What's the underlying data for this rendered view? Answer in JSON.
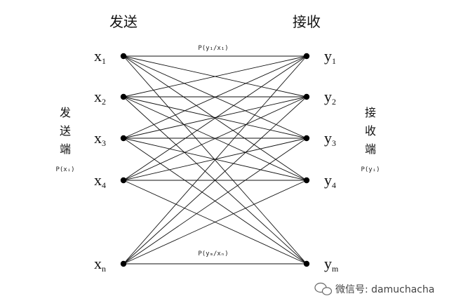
{
  "send_title": "发送",
  "recv_title": "接收",
  "send_side": {
    "chars": [
      "发",
      "送",
      "端"
    ],
    "prob": "P(xᵢ)"
  },
  "recv_side": {
    "chars": [
      "接",
      "收",
      "端"
    ],
    "prob": "P(yᵢ)"
  },
  "top_label": "P(y₁/x₁)",
  "bottom_label": "P(yₘ/xₙ)",
  "senders": [
    {
      "base": "x",
      "sub": "1"
    },
    {
      "base": "x",
      "sub": "2"
    },
    {
      "base": "x",
      "sub": "3"
    },
    {
      "base": "x",
      "sub": "4"
    },
    {
      "base": "x",
      "sub": "n"
    }
  ],
  "receivers": [
    {
      "base": "y",
      "sub": "1"
    },
    {
      "base": "y",
      "sub": "2"
    },
    {
      "base": "y",
      "sub": "3"
    },
    {
      "base": "y",
      "sub": "4"
    },
    {
      "base": "y",
      "sub": "m"
    }
  ],
  "watermark": "微信号: damuchacha"
}
